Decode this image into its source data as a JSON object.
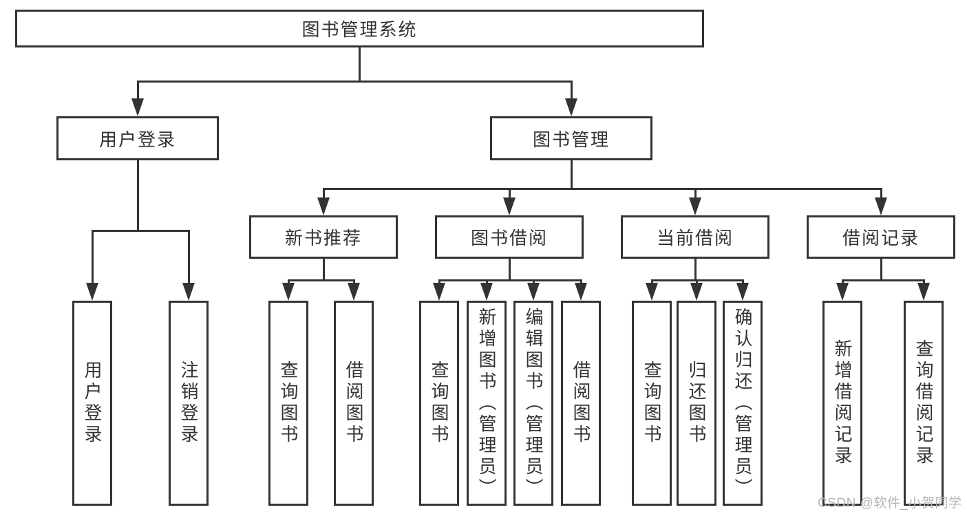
{
  "diagram": {
    "type": "hierarchy-tree",
    "watermark": "CSDN @软件_小贺同学",
    "colors": {
      "line": "#333333",
      "text": "#333333",
      "watermark": "#b5b5b5",
      "background": "#ffffff"
    },
    "tree": {
      "label": "图书管理系统",
      "children": [
        {
          "label": "用户登录",
          "children": [
            {
              "label": "用户登录"
            },
            {
              "label": "注销登录"
            }
          ]
        },
        {
          "label": "图书管理",
          "children": [
            {
              "label": "新书推荐",
              "children": [
                {
                  "label": "查询图书"
                },
                {
                  "label": "借阅图书"
                }
              ]
            },
            {
              "label": "图书借阅",
              "children": [
                {
                  "label": "查询图书"
                },
                {
                  "label": "新增图书（管理员）"
                },
                {
                  "label": "编辑图书（管理员）"
                },
                {
                  "label": "借阅图书"
                }
              ]
            },
            {
              "label": "当前借阅",
              "children": [
                {
                  "label": "查询图书"
                },
                {
                  "label": "归还图书"
                },
                {
                  "label": "确认归还（管理员）"
                }
              ]
            },
            {
              "label": "借阅记录",
              "children": [
                {
                  "label": "新增借阅记录"
                },
                {
                  "label": "查询借阅记录"
                }
              ]
            }
          ]
        }
      ]
    }
  }
}
